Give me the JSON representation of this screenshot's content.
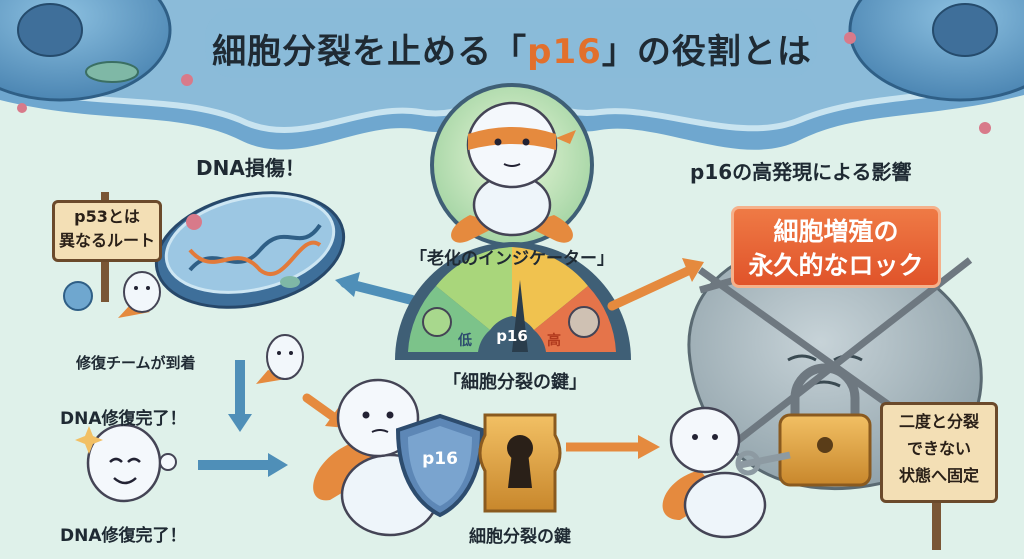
{
  "title_pre": "細胞分裂を止める「",
  "title_hl": "p16",
  "title_post": "」の役割とは",
  "dna_damage": "DNA損傷！",
  "route_sign": [
    "p53とは",
    "異なるルート"
  ],
  "repair_team": "修復チームが到着",
  "repair_done_1": "DNA修復完了！",
  "repair_done_2": "DNA修復完了！",
  "aging_indicator": "「老化のインジケーター」",
  "gauge_low": "低",
  "gauge_mid": "p16",
  "gauge_high": "高",
  "key_label_top": "「細胞分裂の鍵」",
  "key_label_bottom": "細胞分裂の鍵",
  "shield_label": "p16",
  "impact_title": "p16の高発現による影響",
  "lock_box": [
    "細胞増殖の",
    "永久的なロック"
  ],
  "fixed_sign": [
    "二度と分裂",
    "できない",
    "状態へ固定"
  ],
  "colors": {
    "accent_orange": "#e2702c",
    "arrow_blue": "#4f8fb8",
    "arrow_orange": "#e58a3e",
    "cell_blue": "#6fa7cf"
  }
}
